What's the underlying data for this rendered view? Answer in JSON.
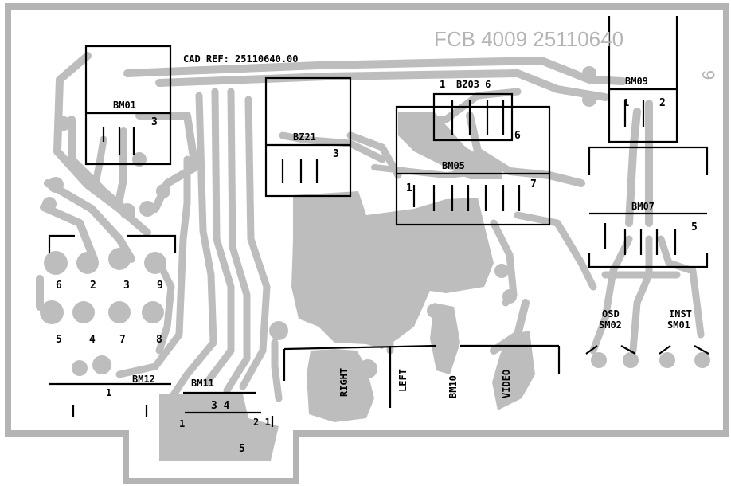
{
  "board": {
    "part_number": "FCB 4009  25110640",
    "cad_ref": "CAD REF: 25110640.00",
    "corner_digit": "9",
    "colors": {
      "copper": "#bdbdbd",
      "outline": "#b4b4b4",
      "silkscreen": "#000000",
      "background": "#ffffff"
    }
  },
  "components": {
    "bm01": {
      "name": "BM01",
      "pin3": "3"
    },
    "bz21": {
      "name": "BZ21",
      "pin3": "3"
    },
    "bz03": {
      "name": "BZ03 6",
      "pin1": "1",
      "pin6": "6"
    },
    "bm05": {
      "name": "BM05",
      "pin1": "1",
      "pin7": "7"
    },
    "bm09": {
      "name": "BM09",
      "pin1": "1",
      "pin2": "2"
    },
    "bm07": {
      "name": "BM07",
      "pin5": "5"
    },
    "bm12": {
      "name": "BM12",
      "pin1": "1",
      "pins_top": [
        "6",
        "2",
        "3",
        "9"
      ],
      "pins_bottom": [
        "5",
        "4",
        "7",
        "8"
      ]
    },
    "bm11": {
      "name": "BM11",
      "pins_34": "3 4",
      "pin1": "1",
      "pins_21": "2 1",
      "pin5": "5"
    },
    "bm10": {
      "name": "BM10",
      "right": "RIGHT",
      "left": "LEFT",
      "video": "VIDEO"
    },
    "switches": {
      "osd": "OSD",
      "sm02": "SM02",
      "inst": "INST",
      "sm01": "SM01"
    }
  }
}
